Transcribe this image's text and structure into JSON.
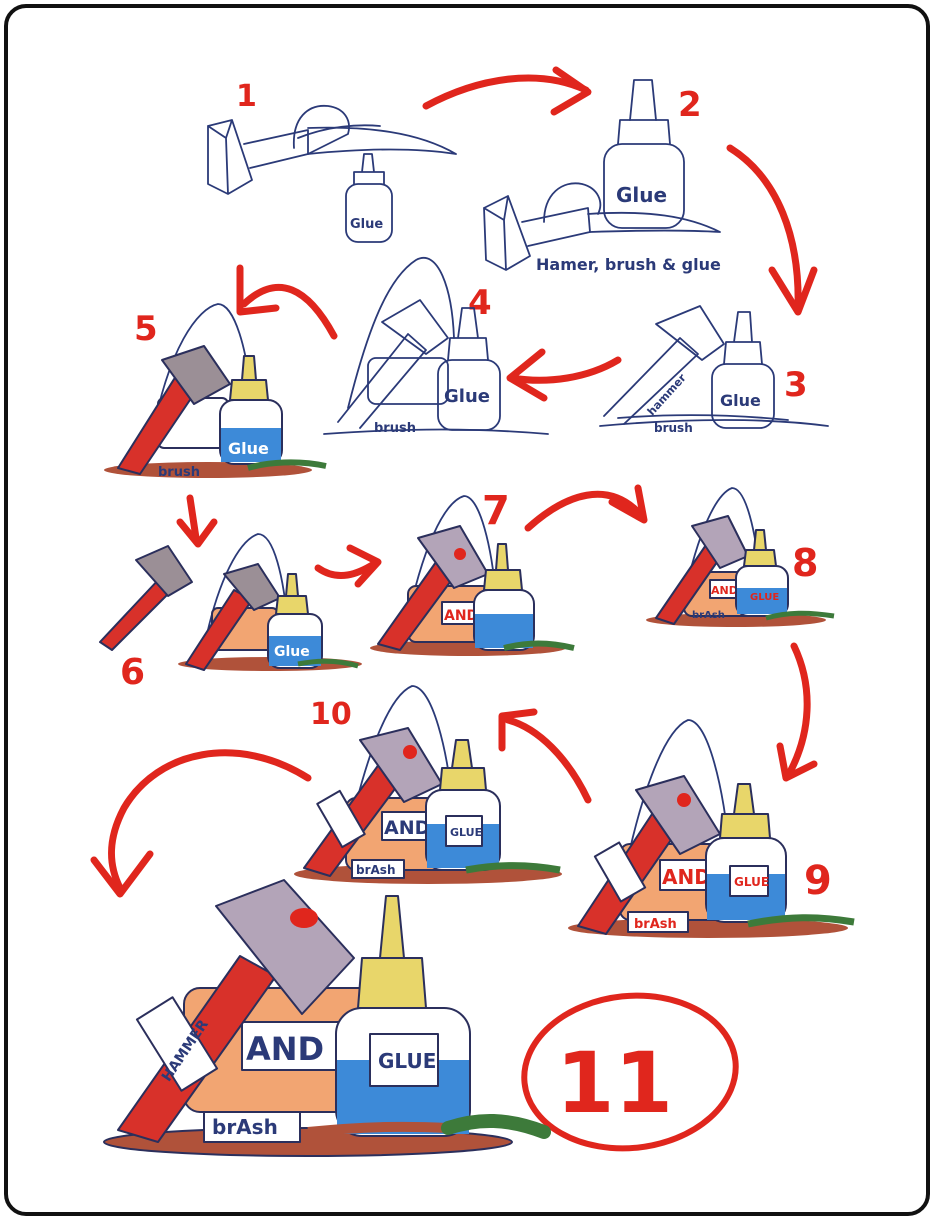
{
  "steps": [
    {
      "number": "1"
    },
    {
      "number": "2"
    },
    {
      "number": "3"
    },
    {
      "number": "4"
    },
    {
      "number": "5"
    },
    {
      "number": "6"
    },
    {
      "number": "7"
    },
    {
      "number": "8"
    },
    {
      "number": "9"
    },
    {
      "number": "10"
    },
    {
      "number": "11"
    }
  ],
  "labels": {
    "hammer_brush_glue": "Hamer, brush & glue",
    "glue": "Glue",
    "glue_caps": "GLUE",
    "hammer": "hammer",
    "hammer_caps": "HAMMER",
    "brush": "brush",
    "brush_final": "brAsh",
    "andc": "AND"
  },
  "colors": {
    "arrow": "#e0261d",
    "hammer_head": "#b3a4b8",
    "hammer_handle": "#d8312a",
    "glue_blue": "#3d8ad8",
    "glue_cap": "#e8d66a",
    "box": "#f2a572",
    "brush_handle": "#b0523a",
    "brush_tip": "#3d7a3a",
    "outline": "#2b3a78"
  }
}
